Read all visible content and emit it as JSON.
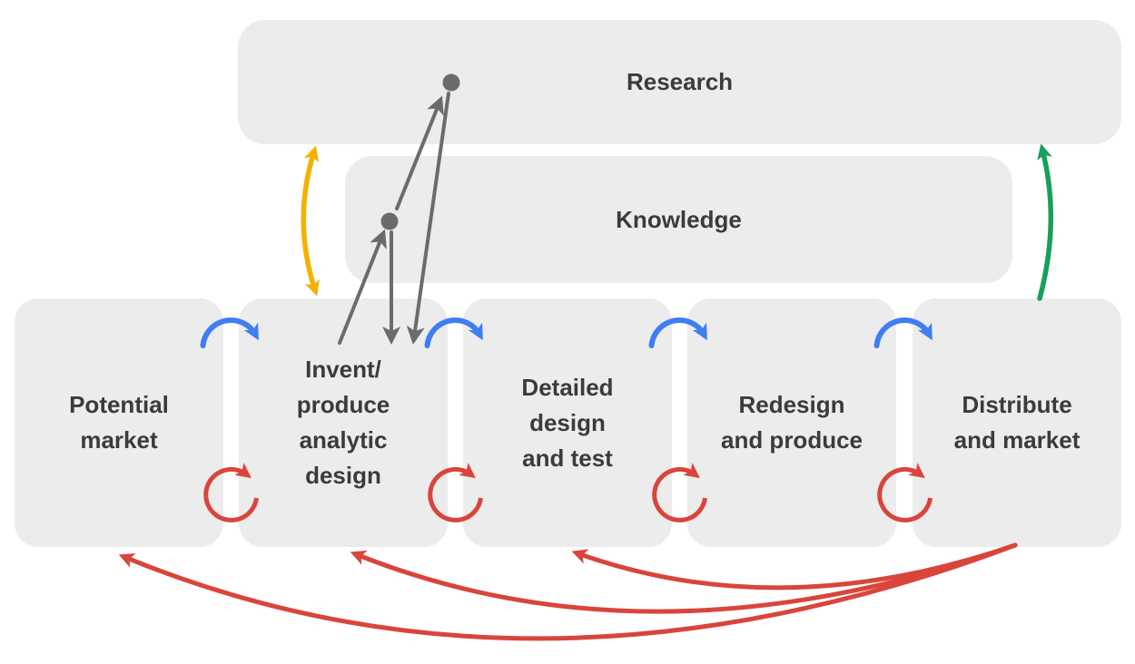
{
  "diagram": {
    "research_label": "Research",
    "knowledge_label": "Knowledge",
    "stages": [
      {
        "id": "potential-market",
        "label": "Potential\nmarket"
      },
      {
        "id": "invent-produce-analytic-design",
        "label": "Invent/\nproduce\nanalytic\ndesign"
      },
      {
        "id": "detailed-design-and-test",
        "label": "Detailed\ndesign\nand test"
      },
      {
        "id": "redesign-and-produce",
        "label": "Redesign\nand produce"
      },
      {
        "id": "distribute-and-market",
        "label": "Distribute\nand market"
      }
    ],
    "colors": {
      "box_fill": "#ececec",
      "text": "#3b3b3b",
      "gray_arrow": "#6b6b6b",
      "blue_arrow": "#3f7ef2",
      "red_arrow": "#d9453b",
      "yellow_arrow": "#f3b100",
      "green_arrow": "#16a05a"
    },
    "arrows": [
      {
        "name": "yellow-bidirectional-link",
        "color": "#f3b100",
        "between": [
          "Research",
          "Invent/produce analytic design"
        ],
        "heads": "both"
      },
      {
        "name": "green-feedback-to-research",
        "color": "#16a05a",
        "from": "Distribute and market",
        "to": "Research",
        "heads": "end"
      },
      {
        "name": "gray-knowledge-research-links",
        "color": "#6b6b6b",
        "description": "arrows with connector dots linking Invent/produce box up to Knowledge node and Research node and back down"
      },
      {
        "name": "blue-forward-arcs",
        "color": "#3f7ef2",
        "count": 4,
        "description": "forward flow arcs between adjacent stage boxes"
      },
      {
        "name": "red-loop-arrows",
        "color": "#d9453b",
        "count": 4,
        "description": "circular feedback loops between adjacent stage boxes"
      },
      {
        "name": "red-long-feedback-arrows",
        "color": "#d9453b",
        "from": "Distribute and market",
        "to": [
          "Potential market",
          "Invent/produce analytic design",
          "Detailed design and test"
        ]
      }
    ]
  }
}
